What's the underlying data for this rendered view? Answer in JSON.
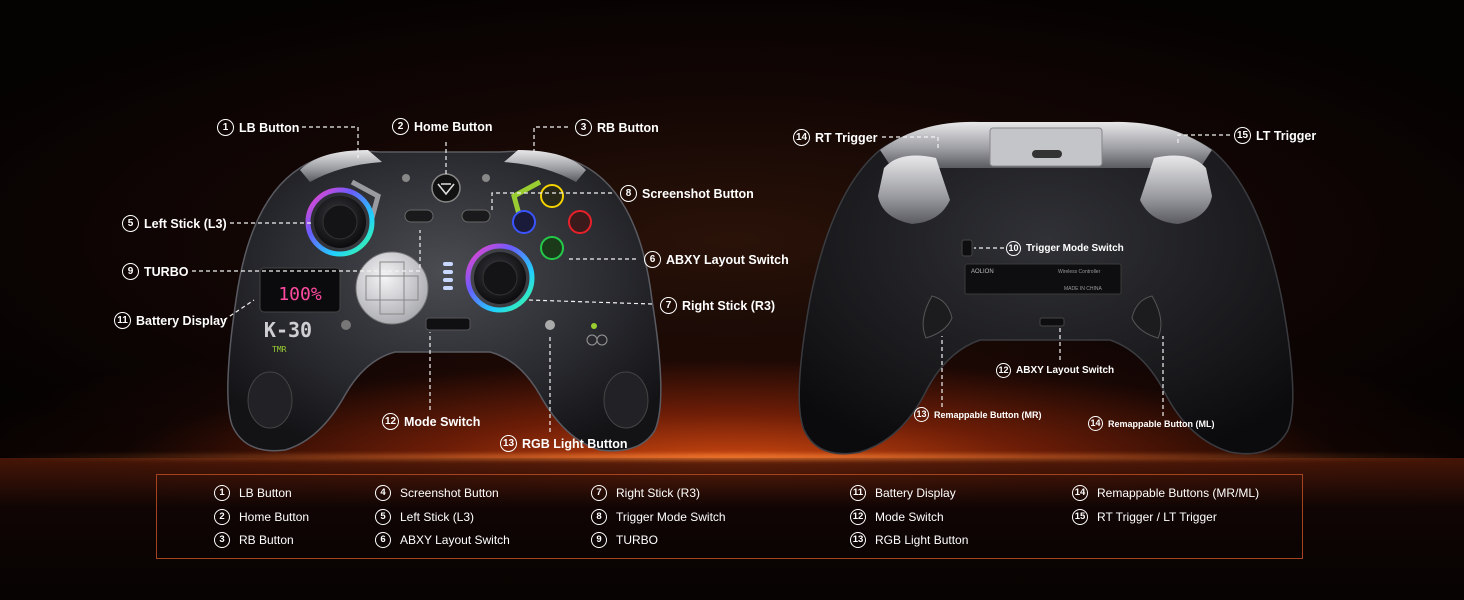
{
  "front_callouts": [
    {
      "num": "1",
      "text": "LB Button"
    },
    {
      "num": "2",
      "text": "Home Button"
    },
    {
      "num": "3",
      "text": "RB Button"
    },
    {
      "num": "8",
      "text": "Screenshot Button"
    },
    {
      "num": "5",
      "text": "Left Stick (L3)"
    },
    {
      "num": "6",
      "text": "ABXY Layout Switch"
    },
    {
      "num": "9",
      "text": "TURBO"
    },
    {
      "num": "7",
      "text": "Right Stick (R3)"
    },
    {
      "num": "11",
      "text": "Battery Display"
    },
    {
      "num": "12",
      "text": "Mode Switch"
    },
    {
      "num": "13",
      "text": "RGB Light Button"
    }
  ],
  "back_callouts": [
    {
      "num": "14",
      "text": "RT Trigger"
    },
    {
      "num": "15",
      "text": "LT Trigger"
    },
    {
      "num": "10",
      "text": "Trigger Mode Switch"
    },
    {
      "num": "12",
      "text": "ABXY Layout Switch"
    },
    {
      "num": "13",
      "text": "Remappable Button (MR)"
    },
    {
      "num": "14",
      "text": "Remappable Button (ML)"
    }
  ],
  "controller_screen": {
    "battery": "100%",
    "model": "K-30",
    "tmr": "TMR"
  },
  "back_sticker": {
    "brand": "AOLION",
    "product": "Wireless Controller",
    "made_in": "MADE IN CHINA"
  },
  "legend": [
    {
      "num": "1",
      "text": "LB Button"
    },
    {
      "num": "2",
      "text": "Home Button"
    },
    {
      "num": "3",
      "text": "RB Button"
    },
    {
      "num": "4",
      "text": "Screenshot Button"
    },
    {
      "num": "5",
      "text": "Left Stick (L3)"
    },
    {
      "num": "6",
      "text": "ABXY Layout Switch"
    },
    {
      "num": "7",
      "text": "Right Stick (R3)"
    },
    {
      "num": "8",
      "text": "Trigger Mode Switch"
    },
    {
      "num": "9",
      "text": "TURBO"
    },
    {
      "num": "11",
      "text": "Battery Display"
    },
    {
      "num": "12",
      "text": "Mode Switch"
    },
    {
      "num": "13",
      "text": "RGB Light Button"
    },
    {
      "num": "14",
      "text": "Remappable Buttons (MR/ML)"
    },
    {
      "num": "15",
      "text": "RT Trigger / LT Trigger"
    }
  ],
  "colors": {
    "accent_orange": "#ff5a14",
    "legend_border": "#a4431e",
    "button_y": "#f5d400",
    "button_b": "#e8202a",
    "button_a": "#25c94a",
    "button_x": "#3a55ff"
  }
}
